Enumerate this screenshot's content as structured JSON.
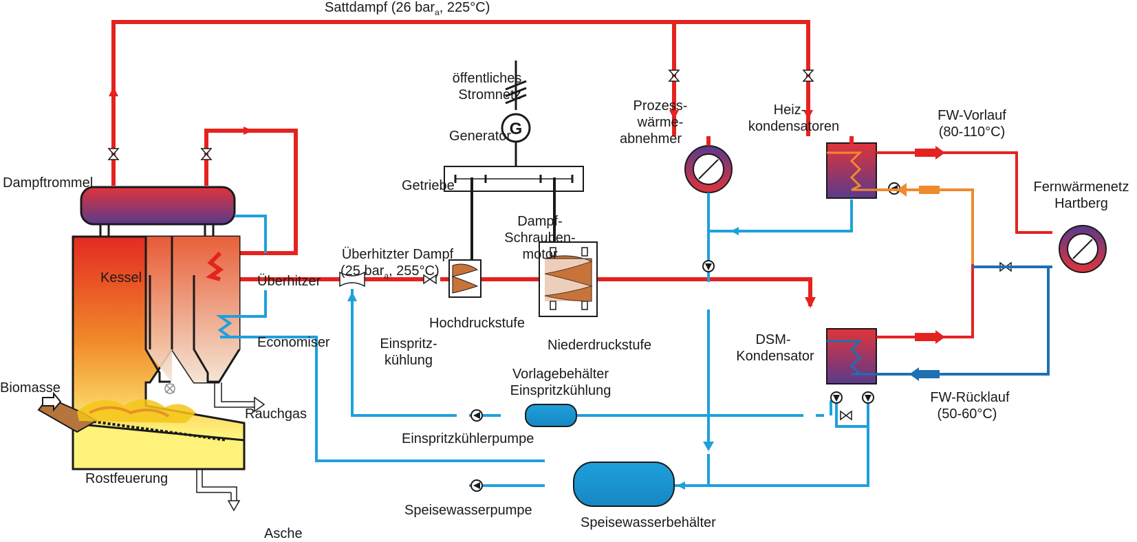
{
  "labels": {
    "sattdampf": "Sattdampf (26 bar",
    "sattdampf_sub": "a",
    "sattdampf_tail": ", 225°C)",
    "dampftrommel": "Dampftrommel",
    "kessel": "Kessel",
    "ueberhitzer": "Überhitzer",
    "economiser": "Economiser",
    "biomasse": "Biomasse",
    "rostfeuerung": "Rostfeuerung",
    "rauchgas": "Rauchgas",
    "asche": "Asche",
    "oeffentliches_line1": "öffentliches",
    "oeffentliches_line2": "Stromnetz",
    "generator": "Generator",
    "generator_symbol": "G",
    "getriebe": "Getriebe",
    "schraubenmotor_line1": "Dampf-",
    "schraubenmotor_line2": "Schrauben-",
    "schraubenmotor_line3": "motor",
    "ueberhitzter_line1": "Überhitzter Dampf",
    "ueberhitzter_line2": "(25 bar",
    "ueberhitzter_sub": "a",
    "ueberhitzter_tail": ", 255°C)",
    "hochdruckstufe": "Hochdruckstufe",
    "niederdruckstufe": "Niederdruckstufe",
    "einspritz_line1": "Einspritz-",
    "einspritz_line2": "kühlung",
    "vorlage_line1": "Vorlagebehälter",
    "vorlage_line2": "Einspritzkühlung",
    "einspritzkuehlerpumpe": "Einspritzkühlerpumpe",
    "speisewasserpumpe": "Speisewasserpumpe",
    "speisewasserbehaelter": "Speisewasserbehälter",
    "prozess_line1": "Prozess-",
    "prozess_line2": "wärme-",
    "prozess_line3": "abnehmer",
    "heiz_line1": "Heiz-",
    "heiz_line2": "kondensatoren",
    "dsm_line1": "DSM-",
    "dsm_line2": "Kondensator",
    "fw_vorlauf_line1": "FW-Vorlauf",
    "fw_vorlauf_line2": "(80-110°C)",
    "fw_ruecklauf_line1": "FW-Rücklauf",
    "fw_ruecklauf_line2": "(50-60°C)",
    "fernwaerme_line1": "Fernwärmenetz",
    "fernwaerme_line2": "Hartberg"
  },
  "colors": {
    "steam": "#e42320",
    "water": "#1ea0dc",
    "fw_cold": "#1f6fb3",
    "fw_orange": "#ef8a2e",
    "drum_top": "#e0343a",
    "drum_bottom": "#5a3a8c",
    "furnace_top": "#e42a22",
    "furnace_mid": "#f08a2a",
    "furnace_bottom": "#fff27a",
    "screw_rotor": "#c8733a"
  }
}
